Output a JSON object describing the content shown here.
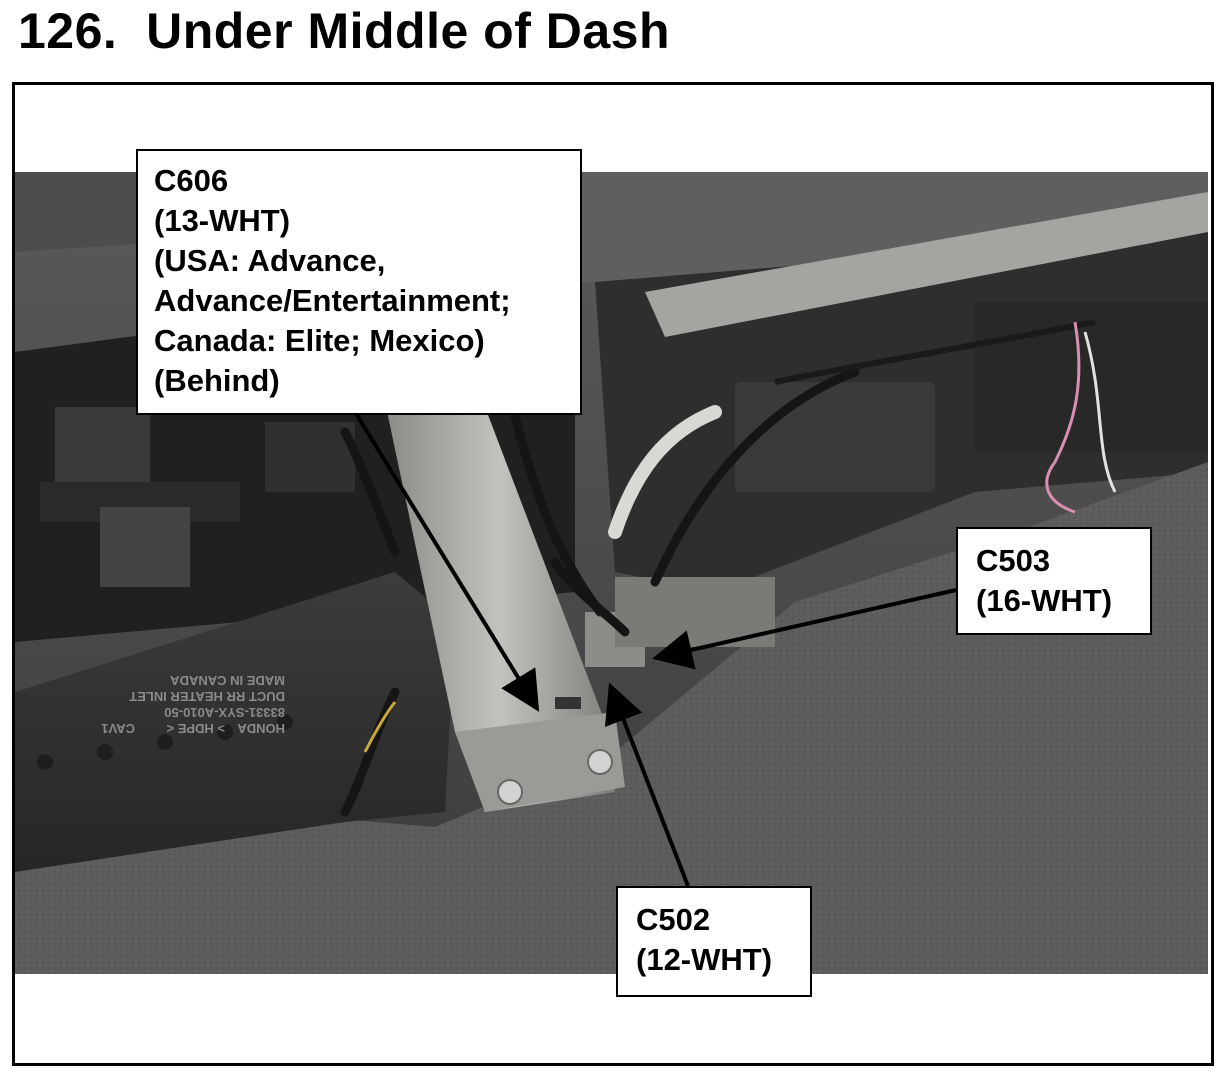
{
  "title": "126.  Under Middle of Dash",
  "callouts": {
    "c606": {
      "lines": [
        "C606",
        "(13-WHT)",
        "(USA: Advance,",
        "Advance/Entertainment;",
        "Canada: Elite; Mexico)",
        "(Behind)"
      ]
    },
    "c503": {
      "lines": [
        "C503",
        "(16-WHT)"
      ]
    },
    "c502": {
      "lines": [
        "C502",
        "(12-WHT)"
      ]
    }
  },
  "photo": {
    "embossed_text": [
      "HONDA",
      "> HDPE <",
      "CAV1",
      "83331-SYX-A010-50",
      "DUCT RR HEATER INLET",
      "MADE IN CANADA"
    ]
  },
  "colors": {
    "arrow": "#000000",
    "callout_border": "#000000",
    "frame": "#000000"
  }
}
